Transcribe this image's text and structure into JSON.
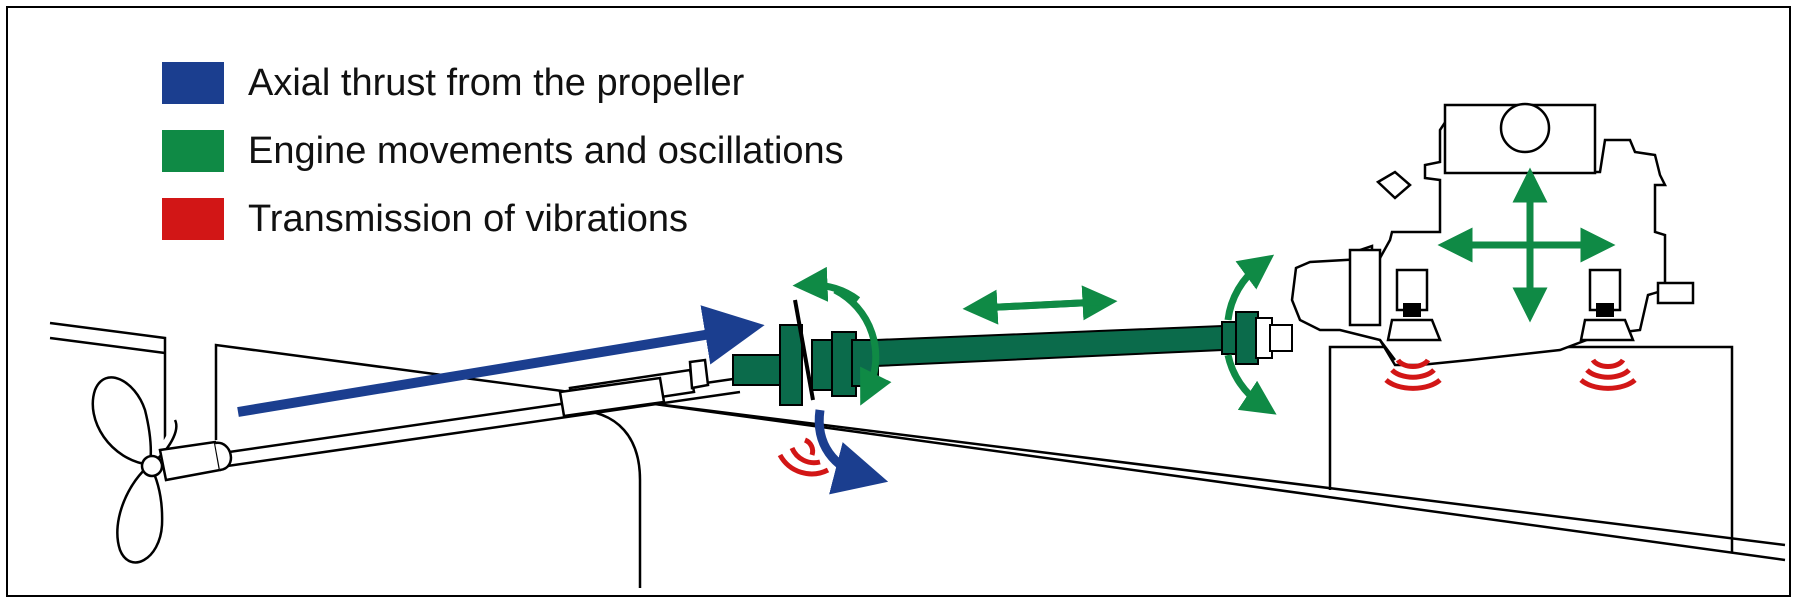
{
  "legend": {
    "items": [
      {
        "label": "Axial thrust from the propeller",
        "color": "#1b3e8f"
      },
      {
        "label": "Engine movements and oscillations",
        "color": "#0f8a45"
      },
      {
        "label": "Transmission of vibrations",
        "color": "#d21616"
      }
    ]
  },
  "colors": {
    "thrust": "#1b3e8f",
    "movement": "#0f8a45",
    "shaft": "#0b6b4b",
    "vibration": "#d21616",
    "outline": "#000000"
  }
}
